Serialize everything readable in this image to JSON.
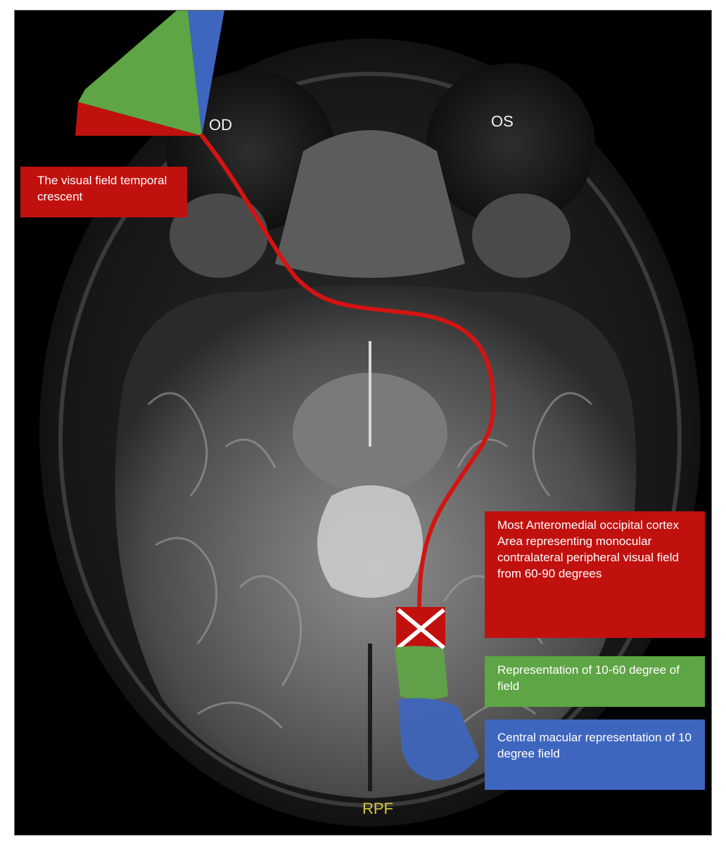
{
  "labels": {
    "od": "OD",
    "os": "OS",
    "rpf": "RPF",
    "temporal_crescent": "The visual field temporal crescent",
    "occipital_cortex": [
      "Most Anteromedial occipital cortex",
      "Area representing monocular contralateral peripheral visual field from 60-90 degrees"
    ],
    "mid_field": "Representation of 10-60 degree of field",
    "central_macular": "Central macular representation of 10 degree field"
  },
  "colors": {
    "peripheral": "#c1110f",
    "mid": "#5ea545",
    "central": "#3f66be",
    "rpf_text": "#d6c53e"
  },
  "icons": {
    "lesion_marker": "x-mark-icon"
  }
}
